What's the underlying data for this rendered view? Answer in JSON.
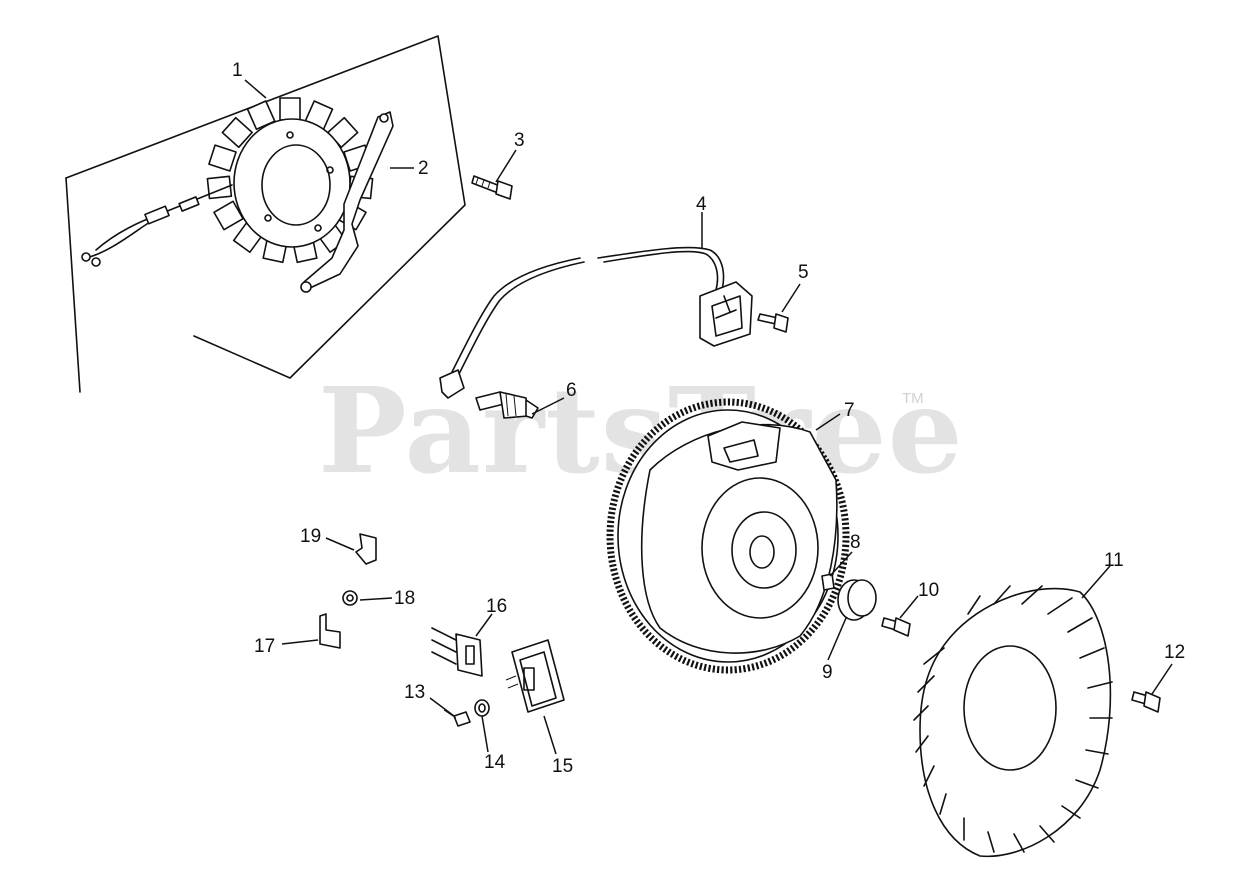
{
  "watermark": {
    "text": "PartsTree",
    "trademark": "TM"
  },
  "callouts": [
    "1",
    "2",
    "3",
    "4",
    "5",
    "6",
    "7",
    "8",
    "9",
    "10",
    "11",
    "12",
    "13",
    "14",
    "15",
    "16",
    "17",
    "18",
    "19"
  ],
  "colors": {
    "ink": "#111111",
    "watermark": "#e3e3e3",
    "background": "#ffffff"
  }
}
